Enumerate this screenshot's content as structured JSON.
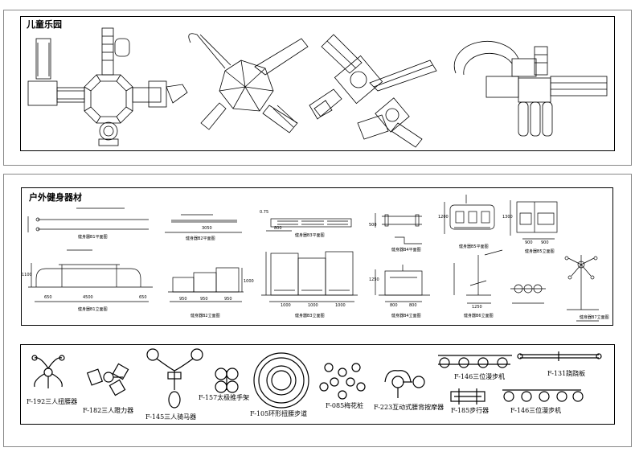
{
  "sections": {
    "playground_title": "儿童乐园",
    "fitness_title": "户外健身器材"
  },
  "drawings": [
    {
      "plan": "健身器B1平面图",
      "elevation": "健身器B1立面图",
      "dims": [
        "4500",
        "650",
        "650",
        "1100"
      ]
    },
    {
      "plan": "健身器B2平面图",
      "elevation": "健身器B2立面图",
      "dims": [
        "3050",
        "950",
        "950",
        "950",
        "1000"
      ]
    },
    {
      "plan": "健身器B3平面图",
      "elevation": "健身器B3立面图",
      "dims": [
        "800",
        "1000",
        "1000",
        "1000",
        "0.75"
      ]
    },
    {
      "plan": "健身器B4平面图",
      "elevation": "健身器B4立面图",
      "dims": [
        "500",
        "800",
        "800",
        "1250"
      ]
    },
    {
      "plan": "健身器B5平面图",
      "elevation": "健身器B6立面图",
      "dims": [
        "1200",
        "1250"
      ]
    },
    {
      "plan": "健身器B5立面图",
      "elevation": "健身器B7立面图",
      "dims": [
        "900",
        "900",
        "1300"
      ]
    }
  ],
  "catalog": [
    "F-192三人扭腰器",
    "F-182三人蹬力器",
    "F-145三人骑马器",
    "F-157太极推手架",
    "F-105环形扭腰步道",
    "F-085梅花桩",
    "F-223互动式腰背按摩器",
    "F-146三位漫步机",
    "F-185步行器",
    "F-131跷跷板",
    "F-146三位漫步机"
  ]
}
